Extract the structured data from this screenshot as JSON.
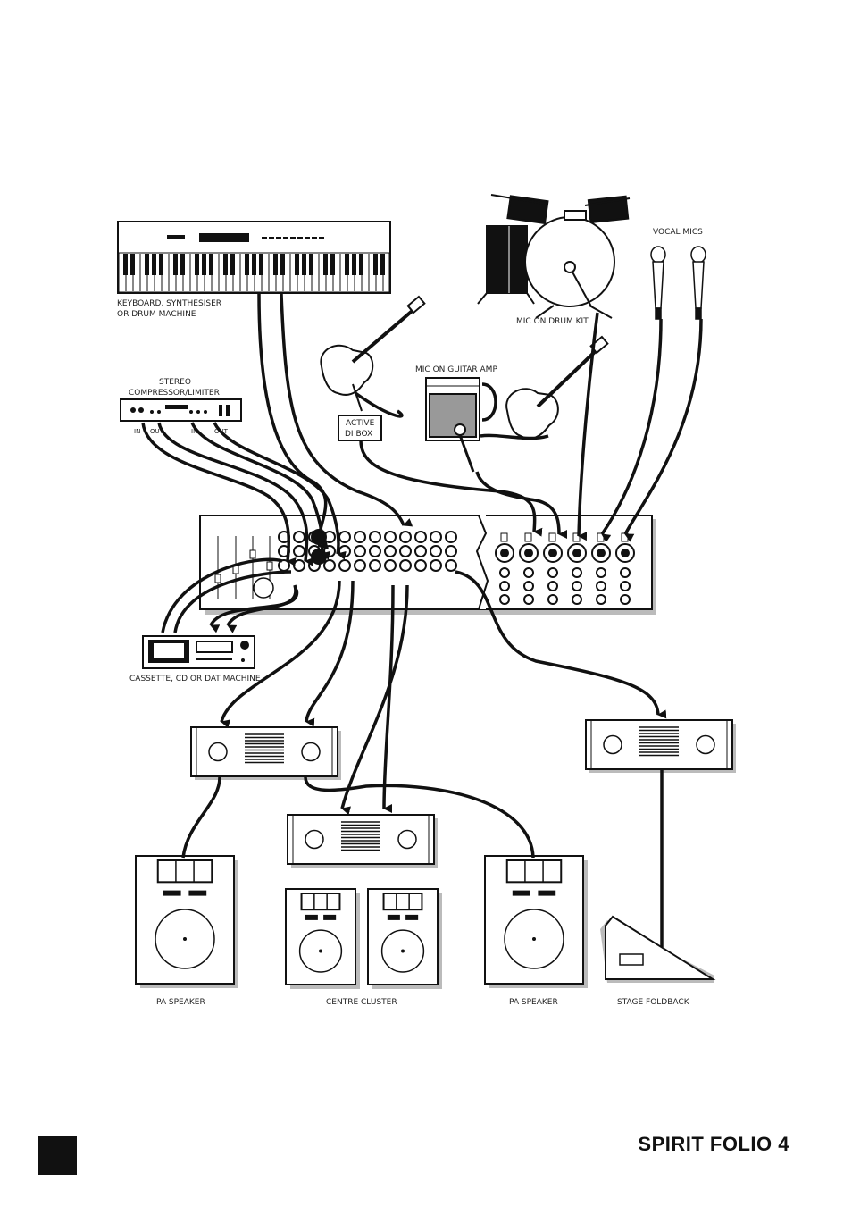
{
  "labels": {
    "keyboard_line1": "KEYBOARD, SYNTHESISER",
    "keyboard_line2": "OR DRUM MACHINE",
    "drum": "MIC ON DRUM KIT",
    "vocal": "VOCAL MICS",
    "compressor_line1": "STEREO",
    "compressor_line2": "COMPRESSOR/LIMITER",
    "comp_in1": "IN",
    "comp_out1": "OUT",
    "comp_in2": "IN",
    "comp_out2": "OUT",
    "guitar_amp": "MIC ON GUITAR AMP",
    "di_line1": "ACTIVE",
    "di_line2": "DI BOX",
    "cassette": "CASSETTE, CD OR DAT MACHINE",
    "pa_left": "PA SPEAKER",
    "centre": "CENTRE CLUSTER",
    "pa_right": "PA SPEAKER",
    "foldback": "STAGE FOLDBACK"
  },
  "footer": {
    "brand": "SPIRIT FOLIO 4"
  }
}
